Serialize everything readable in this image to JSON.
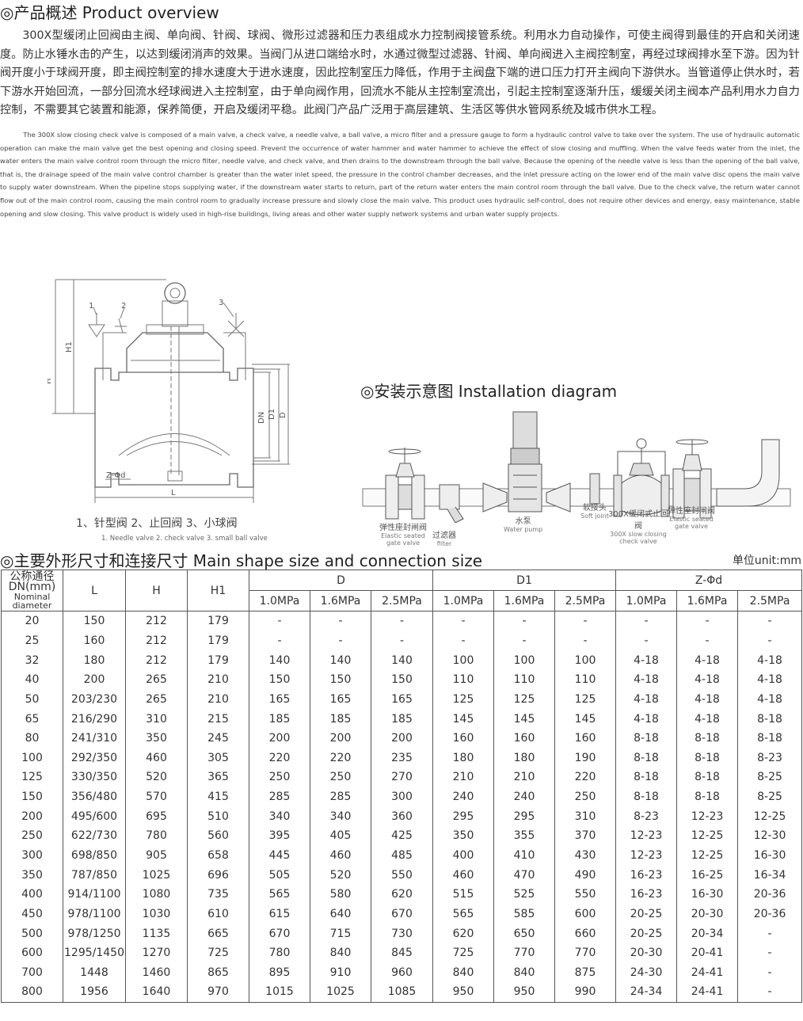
{
  "overview": {
    "title": "◎产品概述 Product overview",
    "text_cn": "300X型缓闭止回阀由主阀、单向阀、针阀、球阀、微形过滤器和压力表组成水力控制阀接管系统。利用水力自动操作，可使主阀得到最佳的开启和关闭速度。防止水锤水击的产生，以达到缓闭消声的效果。当阀门从进口端给水时，水通过微型过滤器、针阀、单向阀进入主阀控制室，再经过球阀排水至下游。因为针阀开度小于球阀开度，即主阀控制室的排水速度大于进水速度，因此控制室压力降低，作用于主阀盘下端的进口压力打开主阀向下游供水。当管道停止供水时，若下游水开始回流，一部分回流水经球阀进入主控制室，由于单向阀作用，回流水不能从主控制室流出，引起主控制室逐渐升压，缓缓关闭主阀本产品利用水力自力控制，不需要其它装置和能源，保养简便，开启及缓闭平稳。此阀门产品广泛用于高层建筑、生活区等供水管网系统及城市供水工程。",
    "text_en": "The 300X slow closing check valve is composed of a main valve, a check valve, a needle valve, a ball valve, a micro filter and a pressure gauge to form a hydraulic control valve to take over the system. The use of hydraulic automatic operation can make the main valve get the best opening and closing speed. Prevent the occurrence of water hammer and water hammer to achieve the effect of slow closing and muffling. When the valve feeds water from the inlet, the water enters the main valve control room through the micro filter, needle valve, and check valve, and then drains to the downstream through the ball valve. Because the opening of the needle valve is less than the opening of the ball valve, that is, the drainage speed of the main valve control chamber is greater than the water inlet speed, the pressure in the control chamber decreases, and the inlet pressure acting on the lower end of the main valve disc opens the main valve to supply water downstream. When the pipeline stops supplying water, if the downstream water starts to return, part of the return water enters the main control room through the ball valve. Due to the check valve, the return water cannot flow out of the main control room, causing the main control room to gradually increase pressure and slowly close the main valve. This product uses hydraulic self-control, does not require other devices and energy, easy maintenance, stable opening and slow closing. This valve product is widely used in high-rise buildings, living areas and other water supply network systems and urban water supply projects."
  },
  "valve_drawing": {
    "callouts": [
      "1",
      "2",
      "3"
    ],
    "dim_labels": {
      "H": "H",
      "H1": "H1",
      "DN": "DN",
      "D1": "D1",
      "D": "D",
      "L": "L",
      "Z": "Z-Φd"
    },
    "legend_cn": "1、针型阀    2、止回阀    3、小球阀",
    "legend_en": "1. Needle valve 2. check valve 3. small ball valve"
  },
  "installation": {
    "title": "◎安装示意图 Installation diagram",
    "labels": [
      {
        "cn": "弹性座封闸阀",
        "en": "Elastic seated gate valve"
      },
      {
        "cn": "过滤器",
        "en": "filter"
      },
      {
        "cn": "水泵",
        "en": "Water pump"
      },
      {
        "cn": "软接头",
        "en": "Soft joint"
      },
      {
        "cn": "300X缓闭式止回阀",
        "en": "300X slow closing check valve"
      },
      {
        "cn": "弹性座封闸阀",
        "en": "Elastic seated gate valve"
      }
    ]
  },
  "size_table": {
    "title": "◎主要外形尺寸和连接尺寸 Main shape size and connection size",
    "unit": "单位unit:mm",
    "head_dn_cn": "公称通径",
    "head_dn": "DN(mm)",
    "head_dn_en": "Nominal diameter",
    "head_L": "L",
    "head_H": "H",
    "head_H1": "H1",
    "head_D": "D",
    "head_D1": "D1",
    "head_Z": "Z-Φd",
    "pressures": [
      "1.0MPa",
      "1.6MPa",
      "2.5MPa"
    ],
    "rows": [
      [
        "20",
        "150",
        "212",
        "179",
        "-",
        "-",
        "-",
        "-",
        "-",
        "-",
        "-",
        "-",
        "-"
      ],
      [
        "25",
        "160",
        "212",
        "179",
        "-",
        "-",
        "-",
        "-",
        "-",
        "-",
        "-",
        "-",
        "-"
      ],
      [
        "32",
        "180",
        "212",
        "179",
        "140",
        "140",
        "140",
        "100",
        "100",
        "100",
        "4-18",
        "4-18",
        "4-18"
      ],
      [
        "40",
        "200",
        "265",
        "210",
        "150",
        "150",
        "150",
        "110",
        "110",
        "110",
        "4-18",
        "4-18",
        "4-18"
      ],
      [
        "50",
        "203/230",
        "265",
        "210",
        "165",
        "165",
        "165",
        "125",
        "125",
        "125",
        "4-18",
        "4-18",
        "4-18"
      ],
      [
        "65",
        "216/290",
        "310",
        "215",
        "185",
        "185",
        "185",
        "145",
        "145",
        "145",
        "4-18",
        "4-18",
        "8-18"
      ],
      [
        "80",
        "241/310",
        "350",
        "245",
        "200",
        "200",
        "200",
        "160",
        "160",
        "160",
        "8-18",
        "8-18",
        "8-18"
      ],
      [
        "100",
        "292/350",
        "460",
        "305",
        "220",
        "220",
        "235",
        "180",
        "180",
        "190",
        "8-18",
        "8-18",
        "8-23"
      ],
      [
        "125",
        "330/350",
        "520",
        "365",
        "250",
        "250",
        "270",
        "210",
        "210",
        "220",
        "8-18",
        "8-18",
        "8-25"
      ],
      [
        "150",
        "356/480",
        "570",
        "415",
        "285",
        "285",
        "300",
        "240",
        "240",
        "250",
        "8-18",
        "8-18",
        "8-25"
      ],
      [
        "200",
        "495/600",
        "695",
        "510",
        "340",
        "340",
        "360",
        "295",
        "295",
        "310",
        "8-23",
        "12-23",
        "12-25"
      ],
      [
        "250",
        "622/730",
        "780",
        "560",
        "395",
        "405",
        "425",
        "350",
        "355",
        "370",
        "12-23",
        "12-25",
        "12-30"
      ],
      [
        "300",
        "698/850",
        "905",
        "658",
        "445",
        "460",
        "485",
        "400",
        "410",
        "430",
        "12-23",
        "12-25",
        "16-30"
      ],
      [
        "350",
        "787/850",
        "1025",
        "696",
        "505",
        "520",
        "550",
        "460",
        "470",
        "490",
        "16-23",
        "16-25",
        "16-34"
      ],
      [
        "400",
        "914/1100",
        "1080",
        "735",
        "565",
        "580",
        "620",
        "515",
        "525",
        "550",
        "16-23",
        "16-30",
        "20-36"
      ],
      [
        "450",
        "978/1100",
        "1030",
        "610",
        "615",
        "640",
        "670",
        "565",
        "585",
        "600",
        "20-25",
        "20-30",
        "20-36"
      ],
      [
        "500",
        "978/1250",
        "1135",
        "665",
        "670",
        "715",
        "730",
        "620",
        "650",
        "660",
        "20-25",
        "20-34",
        "-"
      ],
      [
        "600",
        "1295/1450",
        "1270",
        "725",
        "780",
        "840",
        "845",
        "725",
        "770",
        "770",
        "20-30",
        "20-41",
        "-"
      ],
      [
        "700",
        "1448",
        "1460",
        "865",
        "895",
        "910",
        "960",
        "840",
        "840",
        "875",
        "24-30",
        "24-41",
        "-"
      ],
      [
        "800",
        "1956",
        "1640",
        "970",
        "1015",
        "1025",
        "1085",
        "950",
        "950",
        "990",
        "24-34",
        "24-41",
        "-"
      ]
    ]
  }
}
